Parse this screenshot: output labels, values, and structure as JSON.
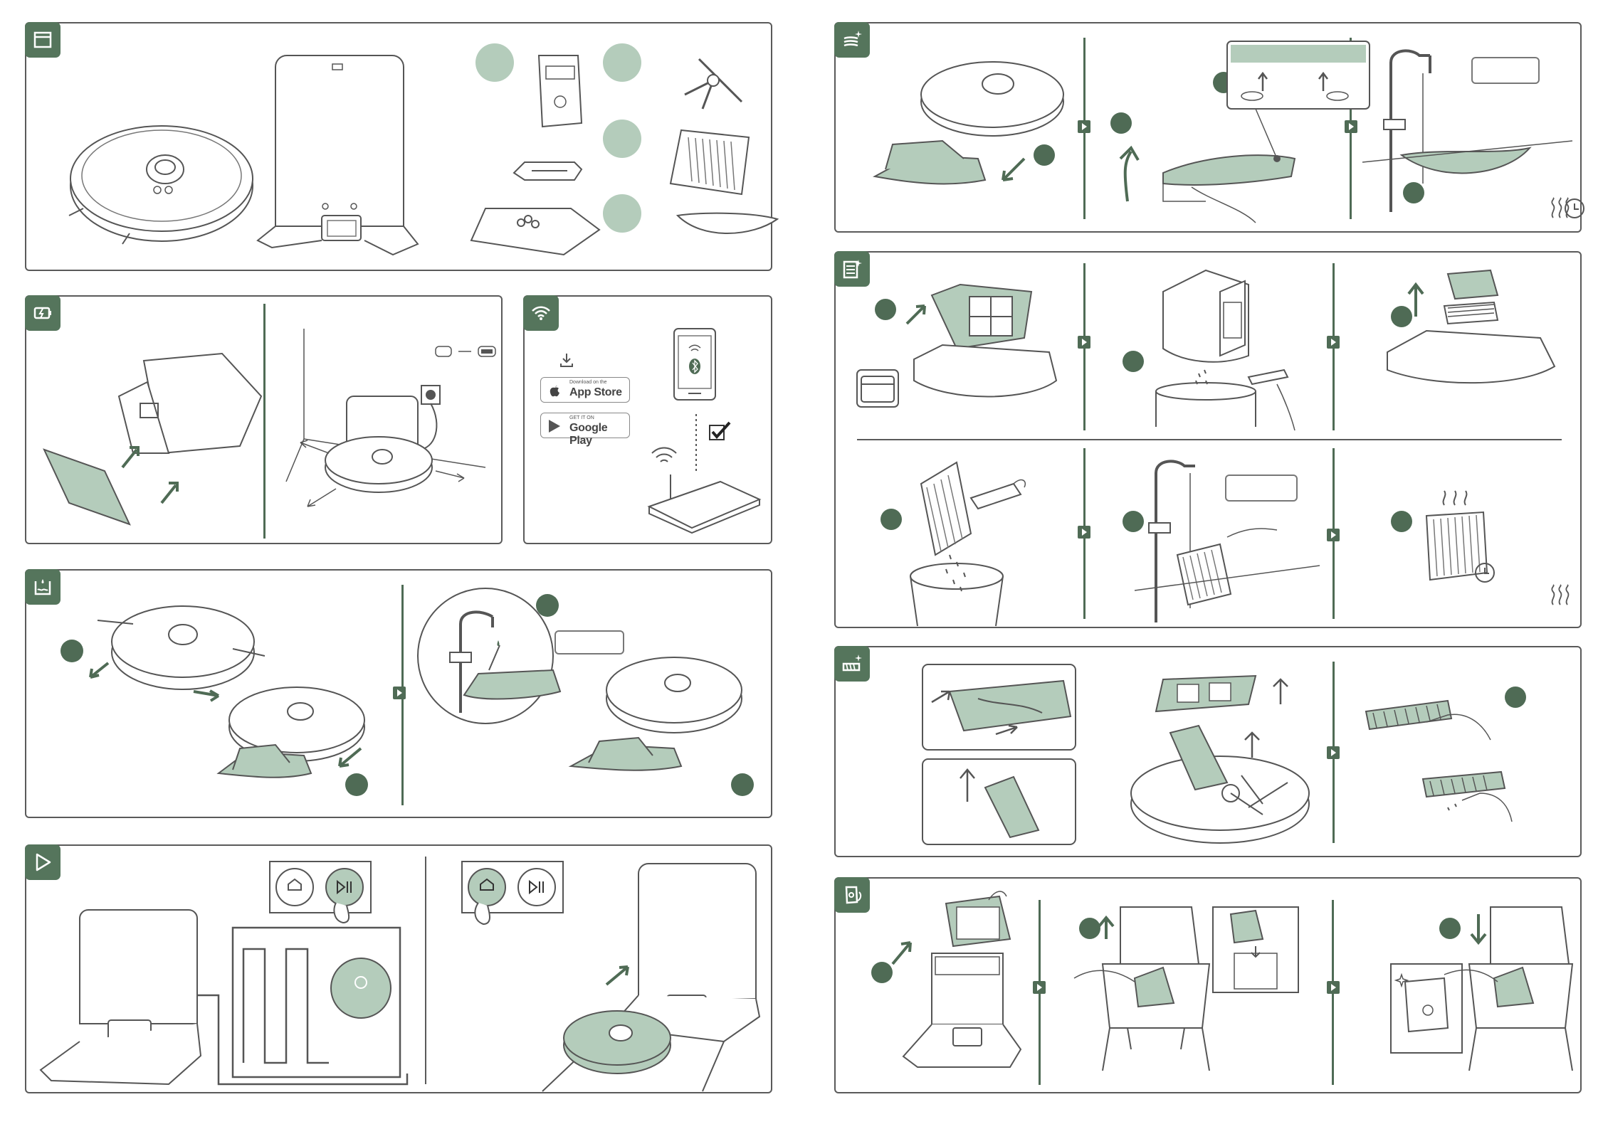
{
  "app_store": {
    "small": "Download on the",
    "big": "App Store"
  },
  "google_play": {
    "small": "GET IT ON",
    "big": "Google Play"
  },
  "colors": {
    "accent": "#4f6b55",
    "accent_light": "#b4ccbb",
    "line": "#5a5a5a"
  },
  "icons": {
    "contents": "box-icon",
    "charging": "battery-charge-icon",
    "wifi": "wifi-icon",
    "water": "water-tank-icon",
    "start": "play-icon",
    "mop_clean": "mop-sparkle-icon",
    "filter_clean": "filter-sparkle-icon",
    "brush_clean": "brush-sparkle-icon",
    "bag_replace": "bag-replace-icon"
  }
}
